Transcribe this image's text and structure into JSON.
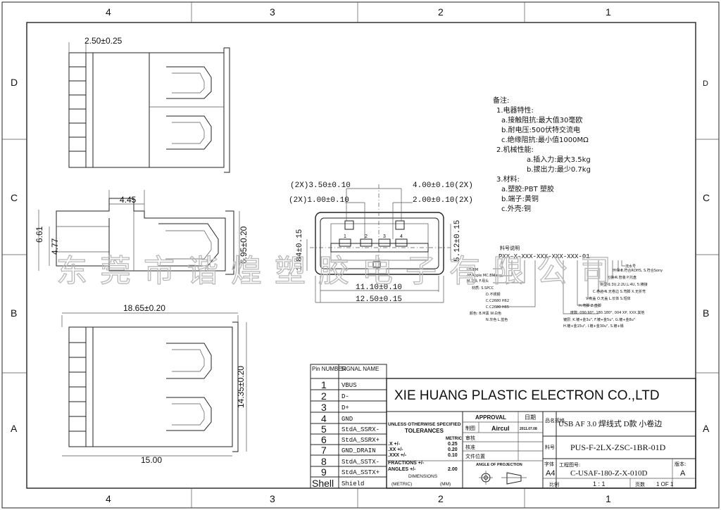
{
  "frame": {
    "top_zones": [
      "4",
      "3",
      "2",
      "1"
    ],
    "bottom_zones": [
      "4",
      "3",
      "2",
      "1"
    ],
    "left_zones": [
      "D",
      "C",
      "B",
      "A"
    ],
    "right_zones": [
      "D",
      "C",
      "B",
      "A"
    ]
  },
  "dimensions": {
    "top_view_width": "2.50±0.25",
    "side_step": "4.45",
    "side_h1": "6.61",
    "side_h2": "4.77",
    "side_h3": "6.95±0.20",
    "front_w1": "(2X)3.50±0.10",
    "front_w2": "(2X)1.00±0.10",
    "front_w3": "4.00±0.10(2X)",
    "front_w4": "2.00±0.10(2X)",
    "front_h1": "1.84±0.15",
    "front_h2": "5.12±0.15",
    "front_w5": "11.10±0.10",
    "front_w6": "12.50±0.15",
    "bottom_w1": "18.65±0.20",
    "bottom_h1": "14.35±0.20",
    "bottom_w2": "15.00"
  },
  "front_pins": [
    "1",
    "2",
    "3",
    "4"
  ],
  "notes": {
    "title": "备注:",
    "lines": [
      "1.电器特性:",
      "a.接触阻抗:最大值30毫欧",
      "b.耐电压:500伏特交流电",
      "c.绝缘阻抗:最小值1000MΩ",
      "2.机械性能:",
      "a.插入力:最大3.5kg",
      "b.拔出力:最少0.7kg",
      "3.材料:",
      "a.塑胶:PBT 塑胶",
      "b.端子:黄铜",
      "c.外壳:铜"
    ]
  },
  "part_code": {
    "header": "料号说明",
    "code": "PXX-X-XXX-XXX-XXX-XXX-01",
    "left_labels": [
      "US.BM",
      "AF.Apple MC.BMm",
      "M.立头 F.母头",
      "材质: S.SPCC",
      "D.不锈钢",
      "C.C2680 H62",
      "C.C2680 H65",
      "颜色: B.M黑 W.白色",
      "N.灰色 L.蓝色"
    ],
    "right_labels": [
      "流水号",
      "环保:E.符合ROHS, S.符合Sony",
      "包装:R.管装 P.托盘",
      "类型:1:3U,2:2U,L:4U, 5:横接",
      "C.卷边 N.无卷边 S.弯脚 X.无折弯",
      "V.有盖 O.无盖 L.长体 S.短体",
      "H.弯脚 Z.直脚",
      "度数: 090.90°, 180.180°, 004 XP, XXX.其他",
      "镀层: K.镀+金3u\", F.镀+金5u\", G.镀+金8u\"",
      "H.镀+金15u\", I.镀+金30u\", S.镀+锡"
    ]
  },
  "signals": {
    "header_col1": "Pin NUMBER",
    "header_col2": "SIGNAL NAME",
    "rows": [
      {
        "pin": "1",
        "name": "VBUS"
      },
      {
        "pin": "2",
        "name": "D-"
      },
      {
        "pin": "3",
        "name": "D+"
      },
      {
        "pin": "4",
        "name": "GND"
      },
      {
        "pin": "5",
        "name": "StdA_SSRX-"
      },
      {
        "pin": "6",
        "name": "StdA_SSRX+"
      },
      {
        "pin": "7",
        "name": "GND_DRAIN"
      },
      {
        "pin": "8",
        "name": "StdA_SSTX-"
      },
      {
        "pin": "9",
        "name": "StdA_SSTX+"
      },
      {
        "pin": "Shell",
        "name": "Shield"
      }
    ]
  },
  "title_block": {
    "company": "XIE HUANG PLASTIC ELECTRON CO.,LTD",
    "tol_header": "UNLESS OTHERWISE SPECIFIED",
    "tol_title": "TOLERANCES",
    "metric": "METRIC",
    "tol_rows": [
      {
        "label": ".X   +/-",
        "val": "0.25"
      },
      {
        "label": ".XX  +/-",
        "val": "0.20"
      },
      {
        "label": ".XXX +/-",
        "val": "0.10"
      },
      {
        "label": "FRACTIONS +/-",
        "val": ""
      },
      {
        "label": "ANGLES +/-",
        "val": "2.00"
      }
    ],
    "dimensions_label": "DIMENSIONS",
    "metric_paren": "(METRIC)",
    "mm_paren": "(MM)",
    "approval": "APPROVAL",
    "date_label": "日期",
    "drawn_label": "制图",
    "drawn_by": "Aircul",
    "drawn_date": "2011.07.08",
    "review_label": "审核",
    "approve_label": "核准",
    "file_label": "文件位置",
    "angle_proj": "ANGLE OF PROJECTION",
    "product_label": "品名规格",
    "product_name": "USB AF 3.0 焊线式 D款 小卷边",
    "pn_label": "料号",
    "part_number": "PUS-F-2LX-ZSC-1BR-01D",
    "size_label": "字体",
    "size": "A4",
    "drawing_no_label": "工程图号:",
    "drawing_no": "C-USAF-180-Z-X-010D",
    "rev_label": "版本:",
    "rev": "A",
    "scale_label": "比例",
    "scale": "1 : 1",
    "sheet_label": "页数",
    "sheet": "1 OF 1"
  },
  "watermark": "东莞市谐煌塑胶电子有限公司"
}
